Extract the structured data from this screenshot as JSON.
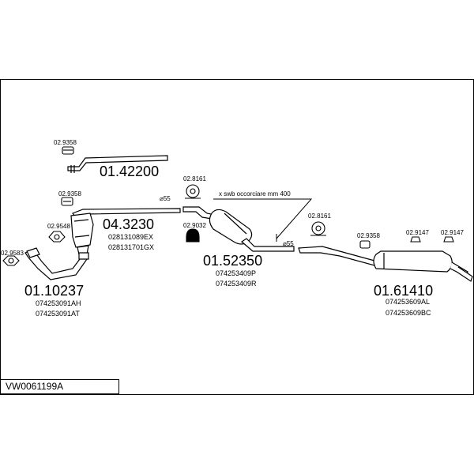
{
  "diagram_code": "VW0061199A",
  "parts": [
    {
      "number": "01.42200",
      "refs": []
    },
    {
      "number": "04.3230",
      "refs": [
        "028131089EX",
        "028131701GX"
      ]
    },
    {
      "number": "01.10237",
      "refs": [
        "074253091AH",
        "074253091AT"
      ]
    },
    {
      "number": "01.52350",
      "refs": [
        "074253409P",
        "074253409R"
      ]
    },
    {
      "number": "01.61410",
      "refs": [
        "074253609AL",
        "074253609BC"
      ]
    }
  ],
  "fittings": [
    "02.9358",
    "02.9358",
    "02.9548",
    "02.9583",
    "02.8161",
    "02.9032",
    "02.8161",
    "02.9358",
    "02.9147",
    "02.9147"
  ],
  "annotations": {
    "diameter_1": "⌀55",
    "diameter_2": "⌀55",
    "cut_note": "x swb occorciare mm 400"
  }
}
